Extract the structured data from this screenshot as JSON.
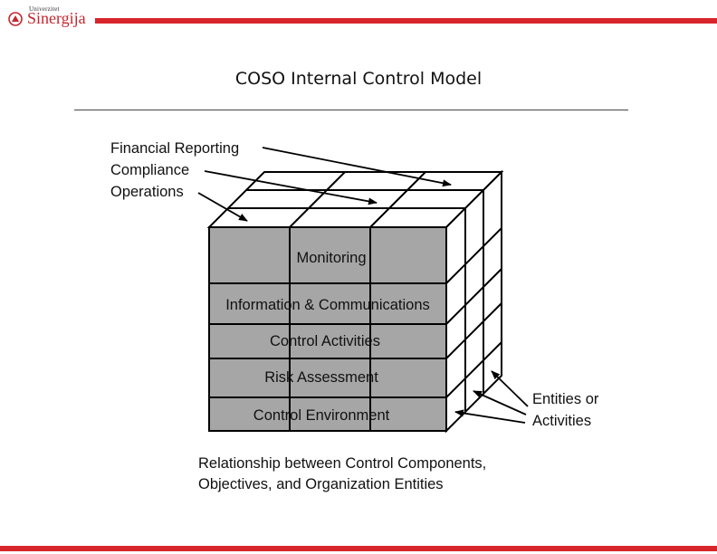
{
  "logo": {
    "small_text": "Univerzitet",
    "big_text": "Sinergija"
  },
  "title": "COSO Internal Control Model",
  "objectives": [
    "Financial Reporting",
    "Compliance",
    "Operations"
  ],
  "components": [
    "Monitoring",
    "Information & Communications",
    "Control Activities",
    "Risk Assessment",
    "Control Environment"
  ],
  "entities_label": [
    "Entities or",
    "Activities"
  ],
  "caption": [
    "Relationship between Control Components,",
    "Objectives, and Organization Entities"
  ],
  "colors": {
    "accent": "#d8242b",
    "front_face": "#a6a6a6",
    "edge": "#000000"
  }
}
